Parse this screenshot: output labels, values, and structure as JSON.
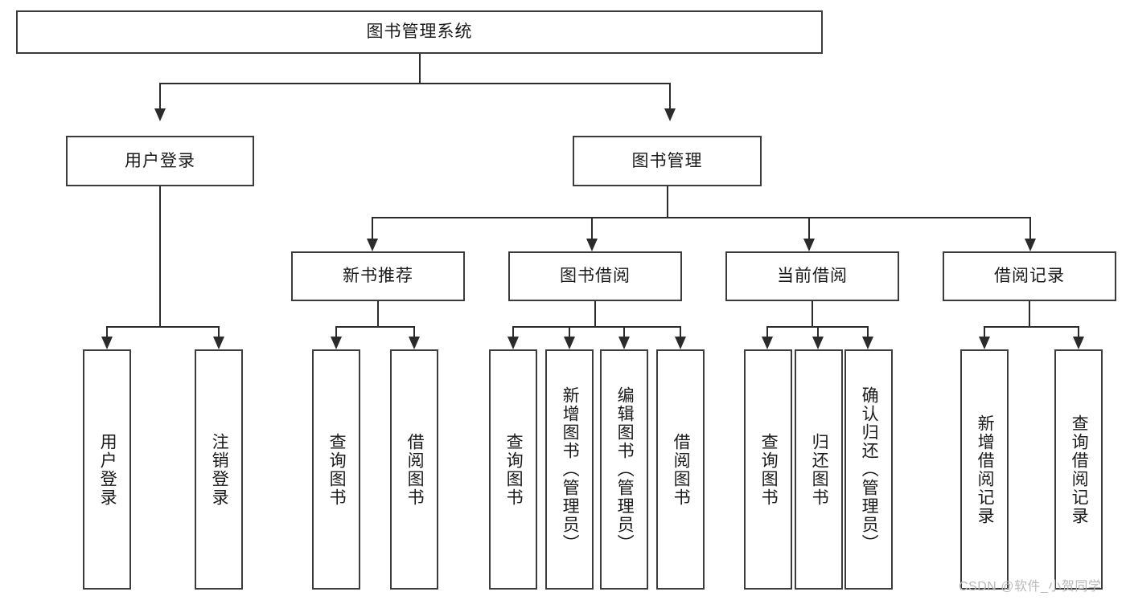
{
  "diagram": {
    "title_node": "图书管理系统",
    "level2": [
      {
        "label": "用户登录"
      },
      {
        "label": "图书管理"
      }
    ],
    "level3": [
      {
        "label": "新书推荐"
      },
      {
        "label": "图书借阅"
      },
      {
        "label": "当前借阅"
      },
      {
        "label": "借阅记录"
      }
    ],
    "leaves": {
      "user_login": [
        {
          "label": "用户登录"
        },
        {
          "label": "注销登录"
        }
      ],
      "new_book_recommend": [
        {
          "label": "查询图书"
        },
        {
          "label": "借阅图书"
        }
      ],
      "book_borrow": [
        {
          "label": "查询图书"
        },
        {
          "label": "新增图书（管理员）"
        },
        {
          "label": "编辑图书（管理员）"
        },
        {
          "label": "借阅图书"
        }
      ],
      "current_borrow": [
        {
          "label": "查询图书"
        },
        {
          "label": "归还图书"
        },
        {
          "label": "确认归还（管理员）"
        }
      ],
      "borrow_records": [
        {
          "label": "新增借阅记录"
        },
        {
          "label": "查询借阅记录"
        }
      ]
    }
  },
  "watermark": {
    "text": "CSDN @软件_小贺同学"
  },
  "colors": {
    "box_border": "#3c3c3c",
    "connector": "#2b2b2b",
    "background": "#ffffff",
    "watermark": "#b9b9b9"
  }
}
